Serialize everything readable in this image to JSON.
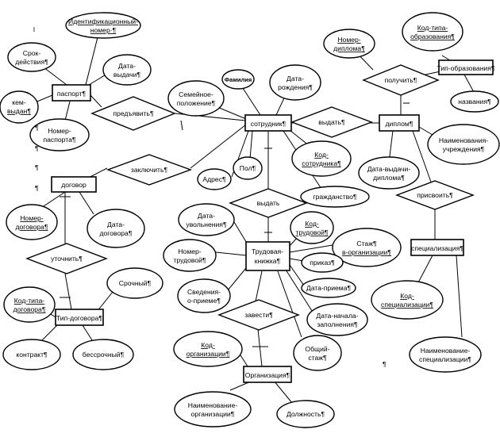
{
  "entities": {
    "passport": "паспорт¶",
    "contract": "договор",
    "contract_type": "Тип-договора¶",
    "employee": "сотрудник¶",
    "diploma": "диплом¶",
    "education_type": "Тип-образования¶",
    "specialization": "специализация¶",
    "work_book": [
      "Трудовая-",
      "книжка¶"
    ],
    "organization": "Организация¶"
  },
  "relationships": {
    "present": "предъявить¶",
    "conclude": "заключить¶",
    "clarify": "уточнить¶",
    "issue_diploma": "выдать¶",
    "receive": "получить¶",
    "assign": "присвоить¶",
    "issue_book": "выдать",
    "keep": "завести¶"
  },
  "attributes": {
    "id_number": [
      "Идентификационный-",
      "номер·¶"
    ],
    "validity": [
      "Срок-",
      "действия¶"
    ],
    "issue_date": [
      "Дата-",
      "выдачи¶"
    ],
    "issued_by": [
      "кем-",
      "выдан¶"
    ],
    "passport_number": [
      "Номер-",
      "паспорта¶"
    ],
    "surname": "Фамилия",
    "marital_status": [
      "Семейное-",
      "положение¶"
    ],
    "birth_date": [
      "Дата-",
      "рождения¶"
    ],
    "employee_code": [
      "Код-",
      "сотрудника¶"
    ],
    "gender": "Пол¶",
    "address": "Адрес¶",
    "citizenship": "гражданство¶",
    "diploma_number": [
      "Номер-",
      "диплома¶"
    ],
    "education_type_code": [
      "Код-типа-",
      "образования¶"
    ],
    "education_type_name": "названия¶",
    "institution_name": [
      "Наименования-",
      "учреждения¶"
    ],
    "diploma_issue_date": [
      "Дата-выдачи-",
      "диплома¶"
    ],
    "contract_number": [
      "Номер-",
      "договора¶"
    ],
    "contract_date": [
      "Дата-",
      "договора¶"
    ],
    "fixed_term": "Срочный¶",
    "contract_type_code": [
      "Код-типа-",
      "договора¶"
    ],
    "contract_kind": "контракт¶",
    "open_ended": "бессрочный¶",
    "dismissal_date": [
      "Дата-",
      "увольнения¶"
    ],
    "book_code": [
      "Код-",
      "трудовой¶"
    ],
    "experience": [
      "Стаж¶",
      "в-организации¶"
    ],
    "book_number": [
      "Номер-",
      "трудовой¶"
    ],
    "order": "приказ¶",
    "hire_date": "Дата-приема¶",
    "hire_info": [
      "Сведения-",
      "о-приеме¶"
    ],
    "fill_start_date": [
      "Дата-начала-",
      "заполнения¶"
    ],
    "total_experience": [
      "Общий-",
      "стаж¶"
    ],
    "organization_code": [
      "Код-",
      "организации¶"
    ],
    "specialization_code": [
      "Код-",
      "специализации¶"
    ],
    "specialization_name": [
      "Наименование-",
      "специализации¶"
    ],
    "organization_name": [
      "Наименование-",
      "организации¶"
    ],
    "position": "Должность¶"
  },
  "marks": {
    "pilcrow": "¶",
    "paragraph_mark": "¶",
    "cursor": "l"
  }
}
